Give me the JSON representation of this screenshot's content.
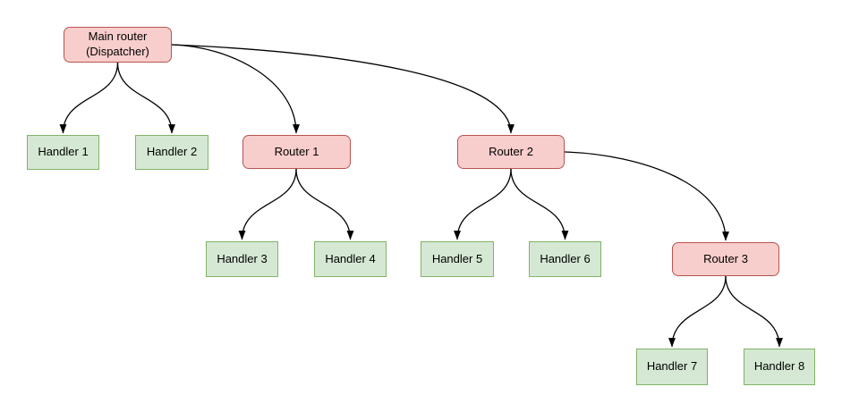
{
  "diagram": {
    "nodes": [
      {
        "id": "main-router",
        "kind": "router",
        "label": "Main router",
        "sublabel": "(Dispatcher)"
      },
      {
        "id": "handler-1",
        "kind": "handler",
        "label": "Handler 1"
      },
      {
        "id": "handler-2",
        "kind": "handler",
        "label": "Handler 2"
      },
      {
        "id": "router-1",
        "kind": "router",
        "label": "Router 1"
      },
      {
        "id": "router-2",
        "kind": "router",
        "label": "Router 2"
      },
      {
        "id": "handler-3",
        "kind": "handler",
        "label": "Handler 3"
      },
      {
        "id": "handler-4",
        "kind": "handler",
        "label": "Handler 4"
      },
      {
        "id": "handler-5",
        "kind": "handler",
        "label": "Handler 5"
      },
      {
        "id": "handler-6",
        "kind": "handler",
        "label": "Handler 6"
      },
      {
        "id": "router-3",
        "kind": "router",
        "label": "Router 3"
      },
      {
        "id": "handler-7",
        "kind": "handler",
        "label": "Handler 7"
      },
      {
        "id": "handler-8",
        "kind": "handler",
        "label": "Handler 8"
      }
    ],
    "edges": [
      {
        "from": "main-router",
        "to": "handler-1"
      },
      {
        "from": "main-router",
        "to": "handler-2"
      },
      {
        "from": "main-router",
        "to": "router-1"
      },
      {
        "from": "main-router",
        "to": "router-2"
      },
      {
        "from": "router-1",
        "to": "handler-3"
      },
      {
        "from": "router-1",
        "to": "handler-4"
      },
      {
        "from": "router-2",
        "to": "handler-5"
      },
      {
        "from": "router-2",
        "to": "handler-6"
      },
      {
        "from": "router-2",
        "to": "router-3"
      },
      {
        "from": "router-3",
        "to": "handler-7"
      },
      {
        "from": "router-3",
        "to": "handler-8"
      }
    ]
  },
  "colors": {
    "background": "#ffffff",
    "text": "#000000",
    "edge": "#000000",
    "router_fill": "#f8cecc",
    "router_stroke": "#b85450",
    "handler_fill": "#d5e8d4",
    "handler_stroke": "#82b366"
  }
}
